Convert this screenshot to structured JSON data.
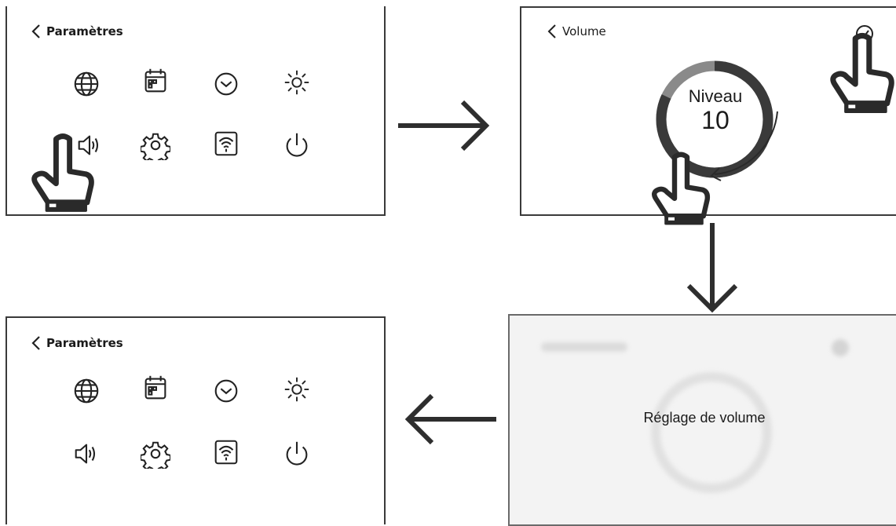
{
  "screen1": {
    "back_label": "Paramètres"
  },
  "screen2": {
    "back_label": "Volume",
    "level_label": "Niveau",
    "level_value": "10",
    "level_fraction": 0.82
  },
  "screen3": {
    "message": "Réglage de volume"
  },
  "screen4": {
    "back_label": "Paramètres"
  },
  "settings_icons": [
    "globe-icon",
    "calendar-icon",
    "clock-icon",
    "brightness-icon",
    "speaker-icon",
    "gear-icon",
    "wifi-icon",
    "power-icon"
  ],
  "colors": {
    "stroke": "#2b2b2b",
    "ring_dark": "#3a3a3a",
    "ring_light": "#8a8a8a",
    "panel_border": "#3a3a3a"
  }
}
